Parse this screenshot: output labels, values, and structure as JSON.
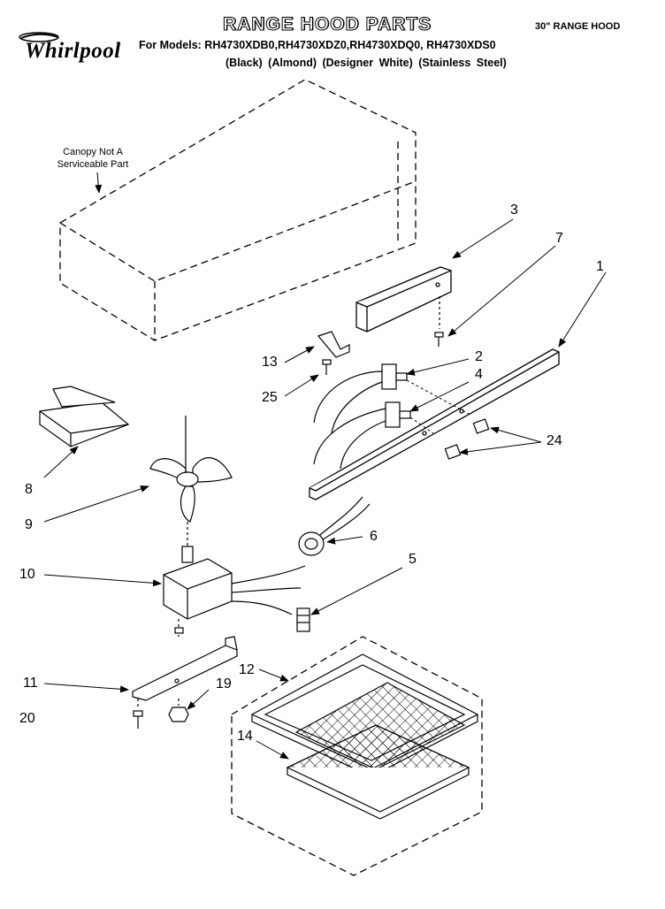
{
  "header": {
    "brand": "Whirlpool",
    "title": "RANGE HOOD PARTS",
    "subtitle": "30\" RANGE HOOD",
    "models": "For Models: RH4730XDB0,RH4730XDZ0,RH4730XDQ0, RH4730XDS0",
    "colors": "(Black)  (Almond)   (Designer White) (Stainless Steel)"
  },
  "note": {
    "line1": "Canopy Not A",
    "line2": "Serviceable Part"
  },
  "callouts": {
    "c1": "1",
    "c2": "2",
    "c3": "3",
    "c4": "4",
    "c5": "5",
    "c6": "6",
    "c7": "7",
    "c8": "8",
    "c9": "9",
    "c10": "10",
    "c11": "11",
    "c12": "12",
    "c13": "13",
    "c14": "14",
    "c19": "19",
    "c20": "20",
    "c24": "24",
    "c25": "25"
  }
}
